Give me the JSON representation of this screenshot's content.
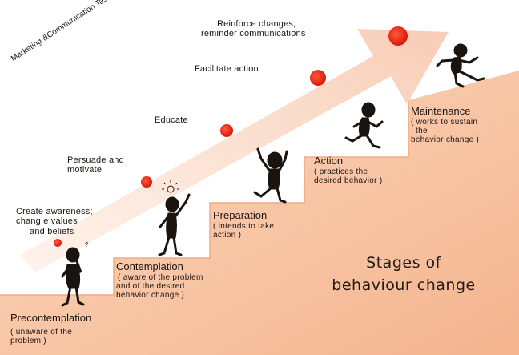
{
  "vertical_title": "Marketing &Communication Tasks",
  "tasks": {
    "awareness": [
      "Create awareness;",
      "chang e values",
      "and beliefs"
    ],
    "persuade": [
      "Persuade and",
      "motivate"
    ],
    "educate": "Educate",
    "facilitate": "Facilitate action",
    "reinforce": [
      "Reinforce changes,",
      "reminder communications"
    ]
  },
  "stages": {
    "precontemplation": {
      "title": "Precontemplation",
      "desc": [
        "( unaware of the",
        "problem )"
      ]
    },
    "contemplation": {
      "title": "Contemplation",
      "desc": [
        "( aware of the problem",
        "and of the desired",
        "behavior change )"
      ]
    },
    "preparation": {
      "title": "Preparation",
      "desc": [
        "( intends to take",
        "action )"
      ]
    },
    "action": {
      "title": "Action",
      "desc": [
        "( practices the",
        "desired behavior )"
      ]
    },
    "maintenance": {
      "title": "Maintenance",
      "desc": [
        "( works to sustain",
        "the",
        "behavior change )"
      ]
    }
  },
  "main_title": [
    "Stages of",
    "behaviour change"
  ],
  "colors": {
    "stairs": "#f9c9ab",
    "arrow": "#fbe0d0",
    "dot": "#e81e10",
    "figure": "#1a1410"
  }
}
